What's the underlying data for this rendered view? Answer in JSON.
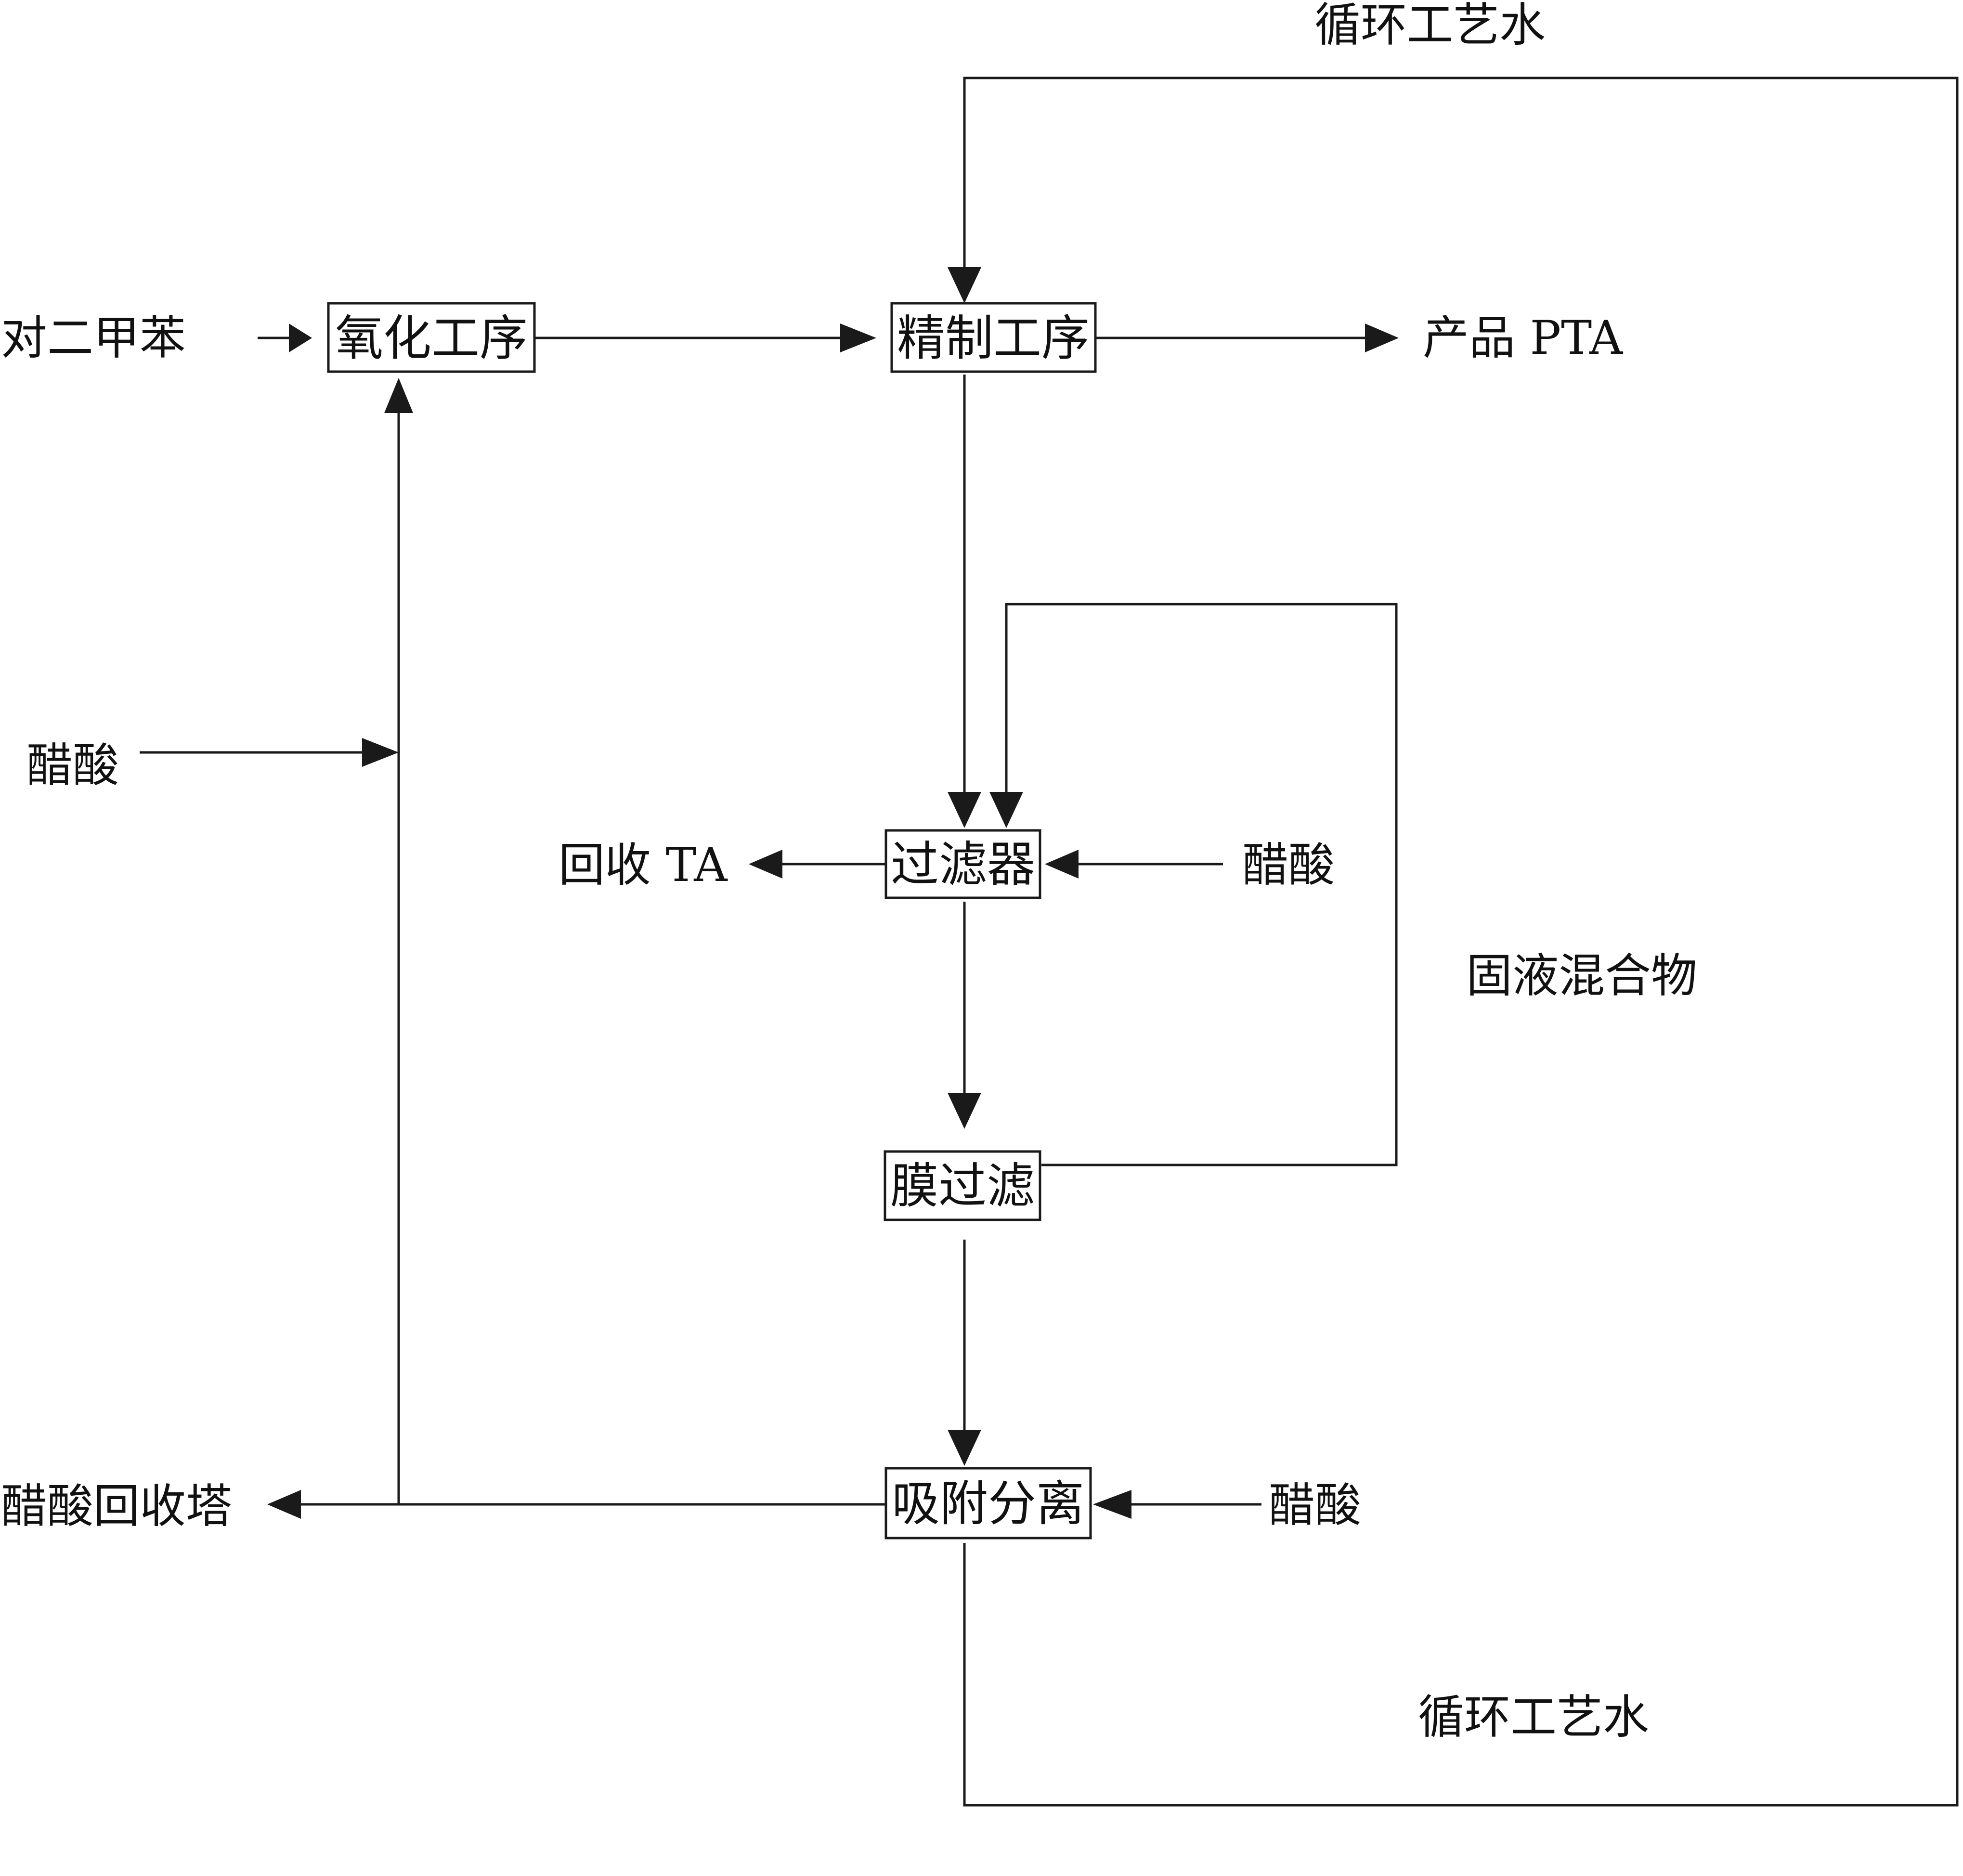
{
  "labels": {
    "xylene": "对二甲苯",
    "acetic_acid_left": "醋酸",
    "acetic_acid_filter": "醋酸",
    "acetic_acid_adsorption": "醋酸",
    "acetic_recovery_tower": "醋酸回收塔",
    "recovered_ta": "回收 TA",
    "product_pta": "产品 PTA",
    "recycle_water_top": "循环工艺水",
    "recycle_water_bottom": "循环工艺水",
    "solid_liquid_mixture": "固液混合物"
  },
  "boxes": {
    "oxidation": "氧化工序",
    "refining": "精制工序",
    "filter": "过滤器",
    "membrane": "膜过滤",
    "adsorption": "吸附分离"
  }
}
